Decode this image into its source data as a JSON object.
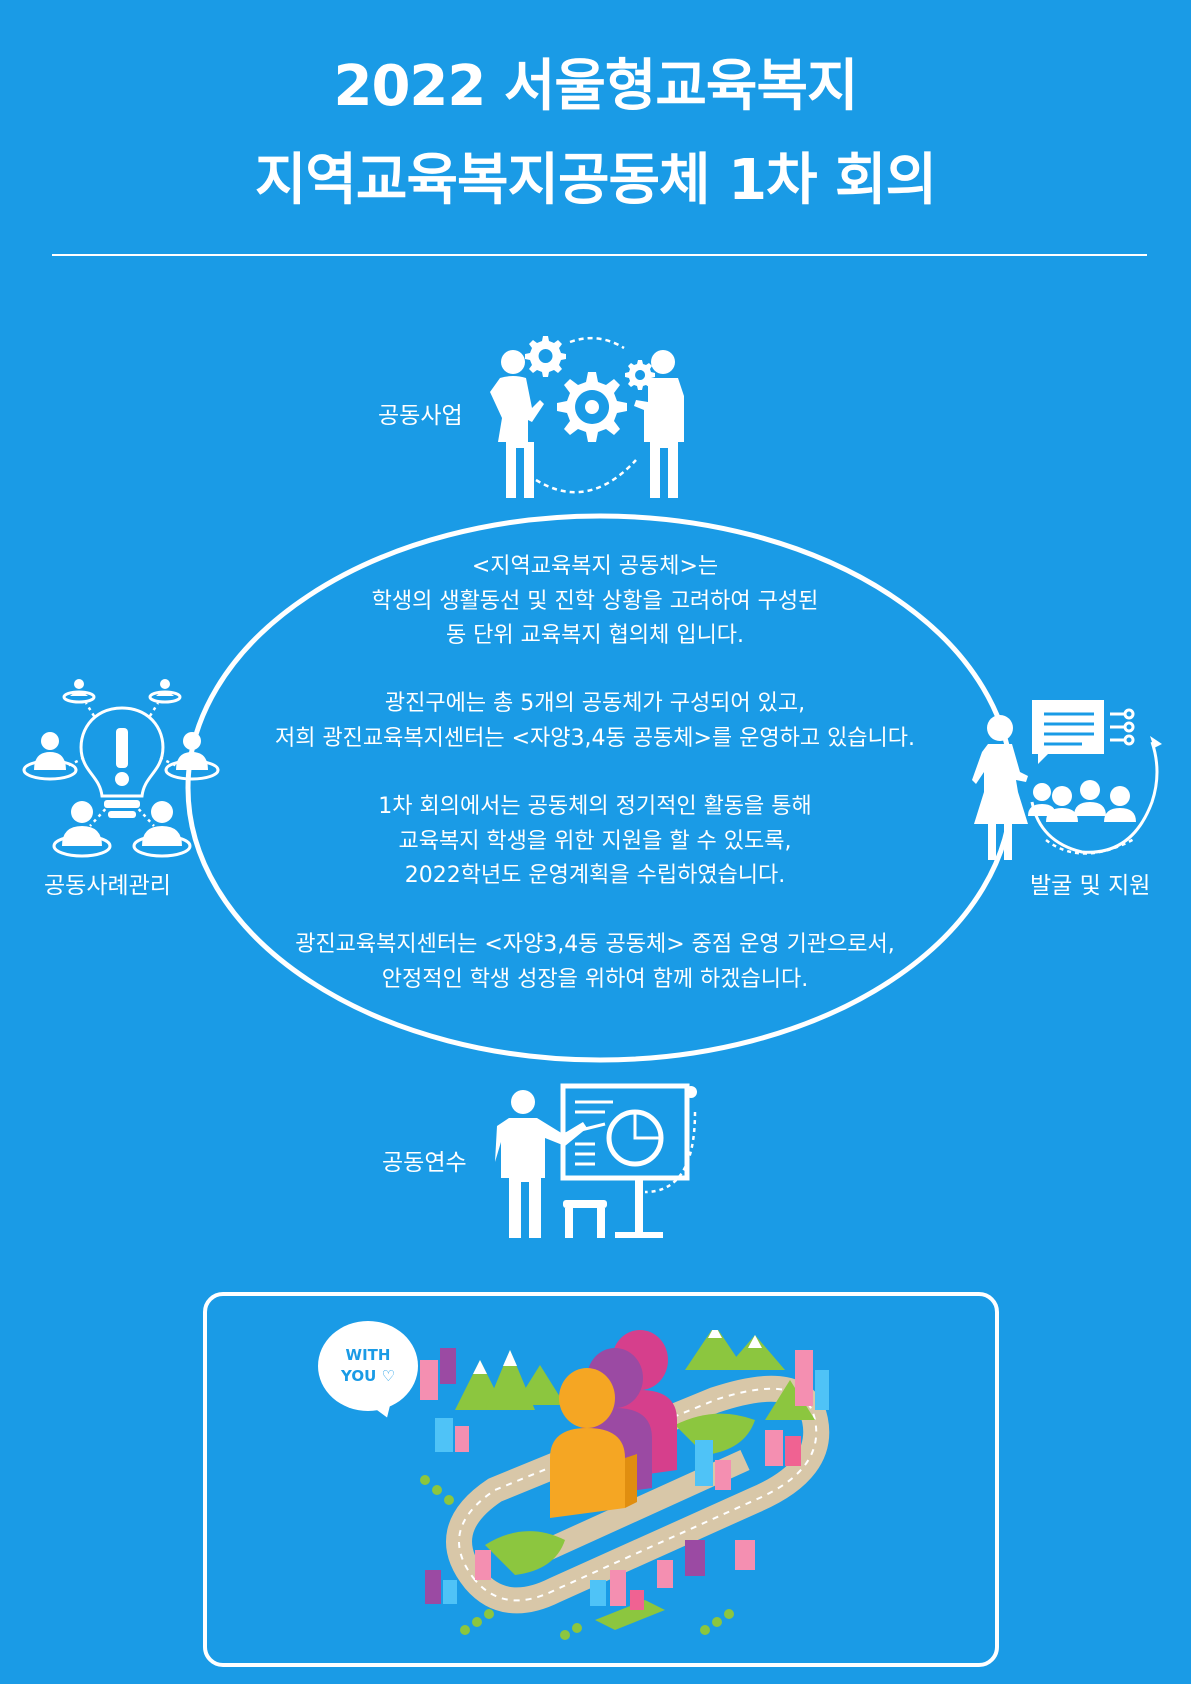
{
  "title": {
    "line1": "2022 서울형교육복지",
    "line2": "지역교육복지공동체 1차 회의"
  },
  "labels": {
    "top": "공동사업",
    "left": "공동사례관리",
    "right": "발굴 및 지원",
    "bottom": "공동연수"
  },
  "center": {
    "p1_lines": [
      "<지역교육복지 공동체>는",
      "학생의 생활동선 및 진학 상황을 고려하여 구성된",
      "동 단위 교육복지 협의체 입니다."
    ],
    "p2_lines": [
      "광진구에는 총 5개의 공동체가 구성되어 있고,",
      "저희 광진교육복지센터는 <자양3,4동 공동체>를 운영하고 있습니다."
    ],
    "p3_lines": [
      "1차 회의에서는 공동체의 정기적인 활동을 통해",
      "교육복지 학생을 위한 지원을 할 수 있도록,",
      "2022학년도 운영계획을 수립하였습니다."
    ],
    "p4_lines": [
      "광진교육복지센터는 <자양3,4동 공동체> 중점 운영 기관으로서,",
      "안정적인 학생 성장을 위하여 함께 하겠습니다."
    ]
  },
  "badge": {
    "line1": "WITH",
    "line2": "YOU ♡"
  },
  "icons": {
    "top": "teamwork-gears-icon",
    "left": "idea-bulb-people-icon",
    "right": "presenter-support-icon",
    "bottom": "training-presentation-icon",
    "illustration": "isometric-city-community-illustration"
  },
  "colors": {
    "background": "#1a9be6",
    "foreground": "#ffffff"
  }
}
